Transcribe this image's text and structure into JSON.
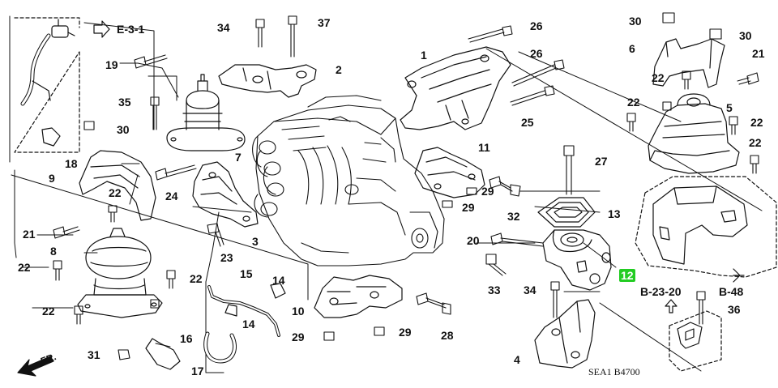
{
  "diagram": {
    "highlight_color": "#22cc22",
    "line_color": "#111111",
    "drawing_code": "SEA1  B4700",
    "front_label": "FR.",
    "references": [
      {
        "id": "ref-e31",
        "text": "E-3-1"
      },
      {
        "id": "ref-b2320",
        "text": "B-23-20"
      },
      {
        "id": "ref-b48",
        "text": "B-48"
      }
    ],
    "callouts": [
      "1",
      "2",
      "3",
      "4",
      "5",
      "6",
      "7",
      "8",
      "9",
      "10",
      "11",
      "12",
      "13",
      "14",
      "15",
      "16",
      "17",
      "18",
      "19",
      "20",
      "21",
      "21",
      "22",
      "22",
      "22",
      "22",
      "22",
      "22",
      "22",
      "22",
      "23",
      "24",
      "25",
      "26",
      "26",
      "27",
      "28",
      "29",
      "29",
      "29",
      "29",
      "30",
      "30",
      "30",
      "31",
      "32",
      "33",
      "34",
      "34",
      "35",
      "36",
      "37"
    ],
    "highlighted_callout": "12"
  }
}
